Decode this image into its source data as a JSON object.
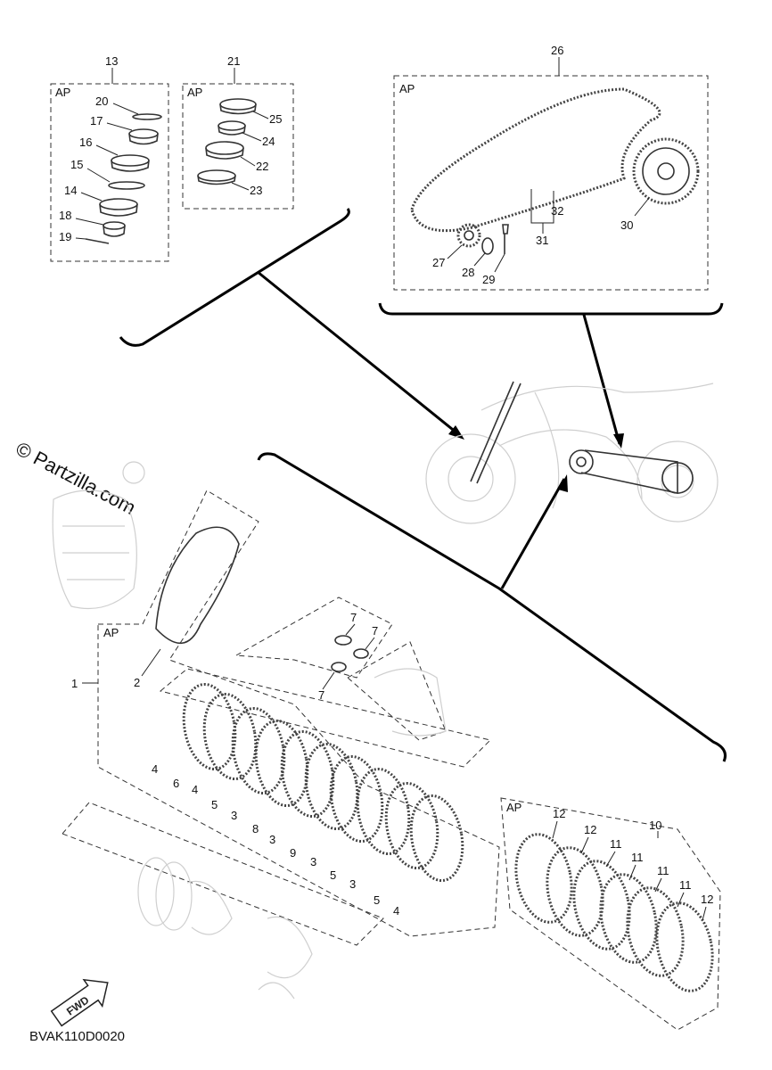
{
  "diagram_code": "BVAK110D0020",
  "watermark": "© Partzilla.com",
  "fwd_label": "FWD",
  "ap_label": "AP",
  "callouts": {
    "c1": "1",
    "c2": "2",
    "c4a": "4",
    "c6": "6",
    "c4b": "4",
    "c5a": "5",
    "c3a": "3",
    "c8": "8",
    "c3b": "3",
    "c9": "9",
    "c3c": "3",
    "c5b": "5",
    "c3d": "3",
    "c5c": "5",
    "c4c": "4",
    "c7a": "7",
    "c7b": "7",
    "c7c": "7",
    "c10": "10",
    "c11a": "11",
    "c11b": "11",
    "c11c": "11",
    "c11d": "11",
    "c12a": "12",
    "c12b": "12",
    "c12c": "12",
    "c13": "13",
    "c14": "14",
    "c15": "15",
    "c16": "16",
    "c17": "17",
    "c18": "18",
    "c19": "19",
    "c20": "20",
    "c21": "21",
    "c22": "22",
    "c23": "23",
    "c24": "24",
    "c25": "25",
    "c26": "26",
    "c27": "27",
    "c28": "28",
    "c29": "29",
    "c30": "30",
    "c31": "31",
    "c32": "32"
  }
}
